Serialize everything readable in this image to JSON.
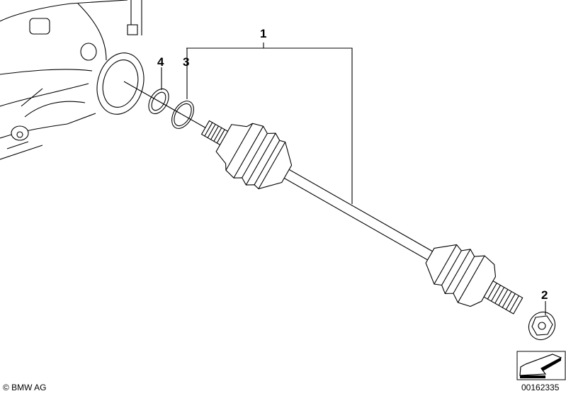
{
  "diagram": {
    "callouts": [
      {
        "number": "1",
        "part": "drive-shaft"
      },
      {
        "number": "2",
        "part": "collar-nut"
      },
      {
        "number": "3",
        "part": "shim-ring"
      },
      {
        "number": "4",
        "part": "seal-ring"
      }
    ],
    "copyright": "© BMW AG",
    "part_number": "00162335",
    "colors": {
      "line": "#000000",
      "background": "#ffffff"
    }
  }
}
